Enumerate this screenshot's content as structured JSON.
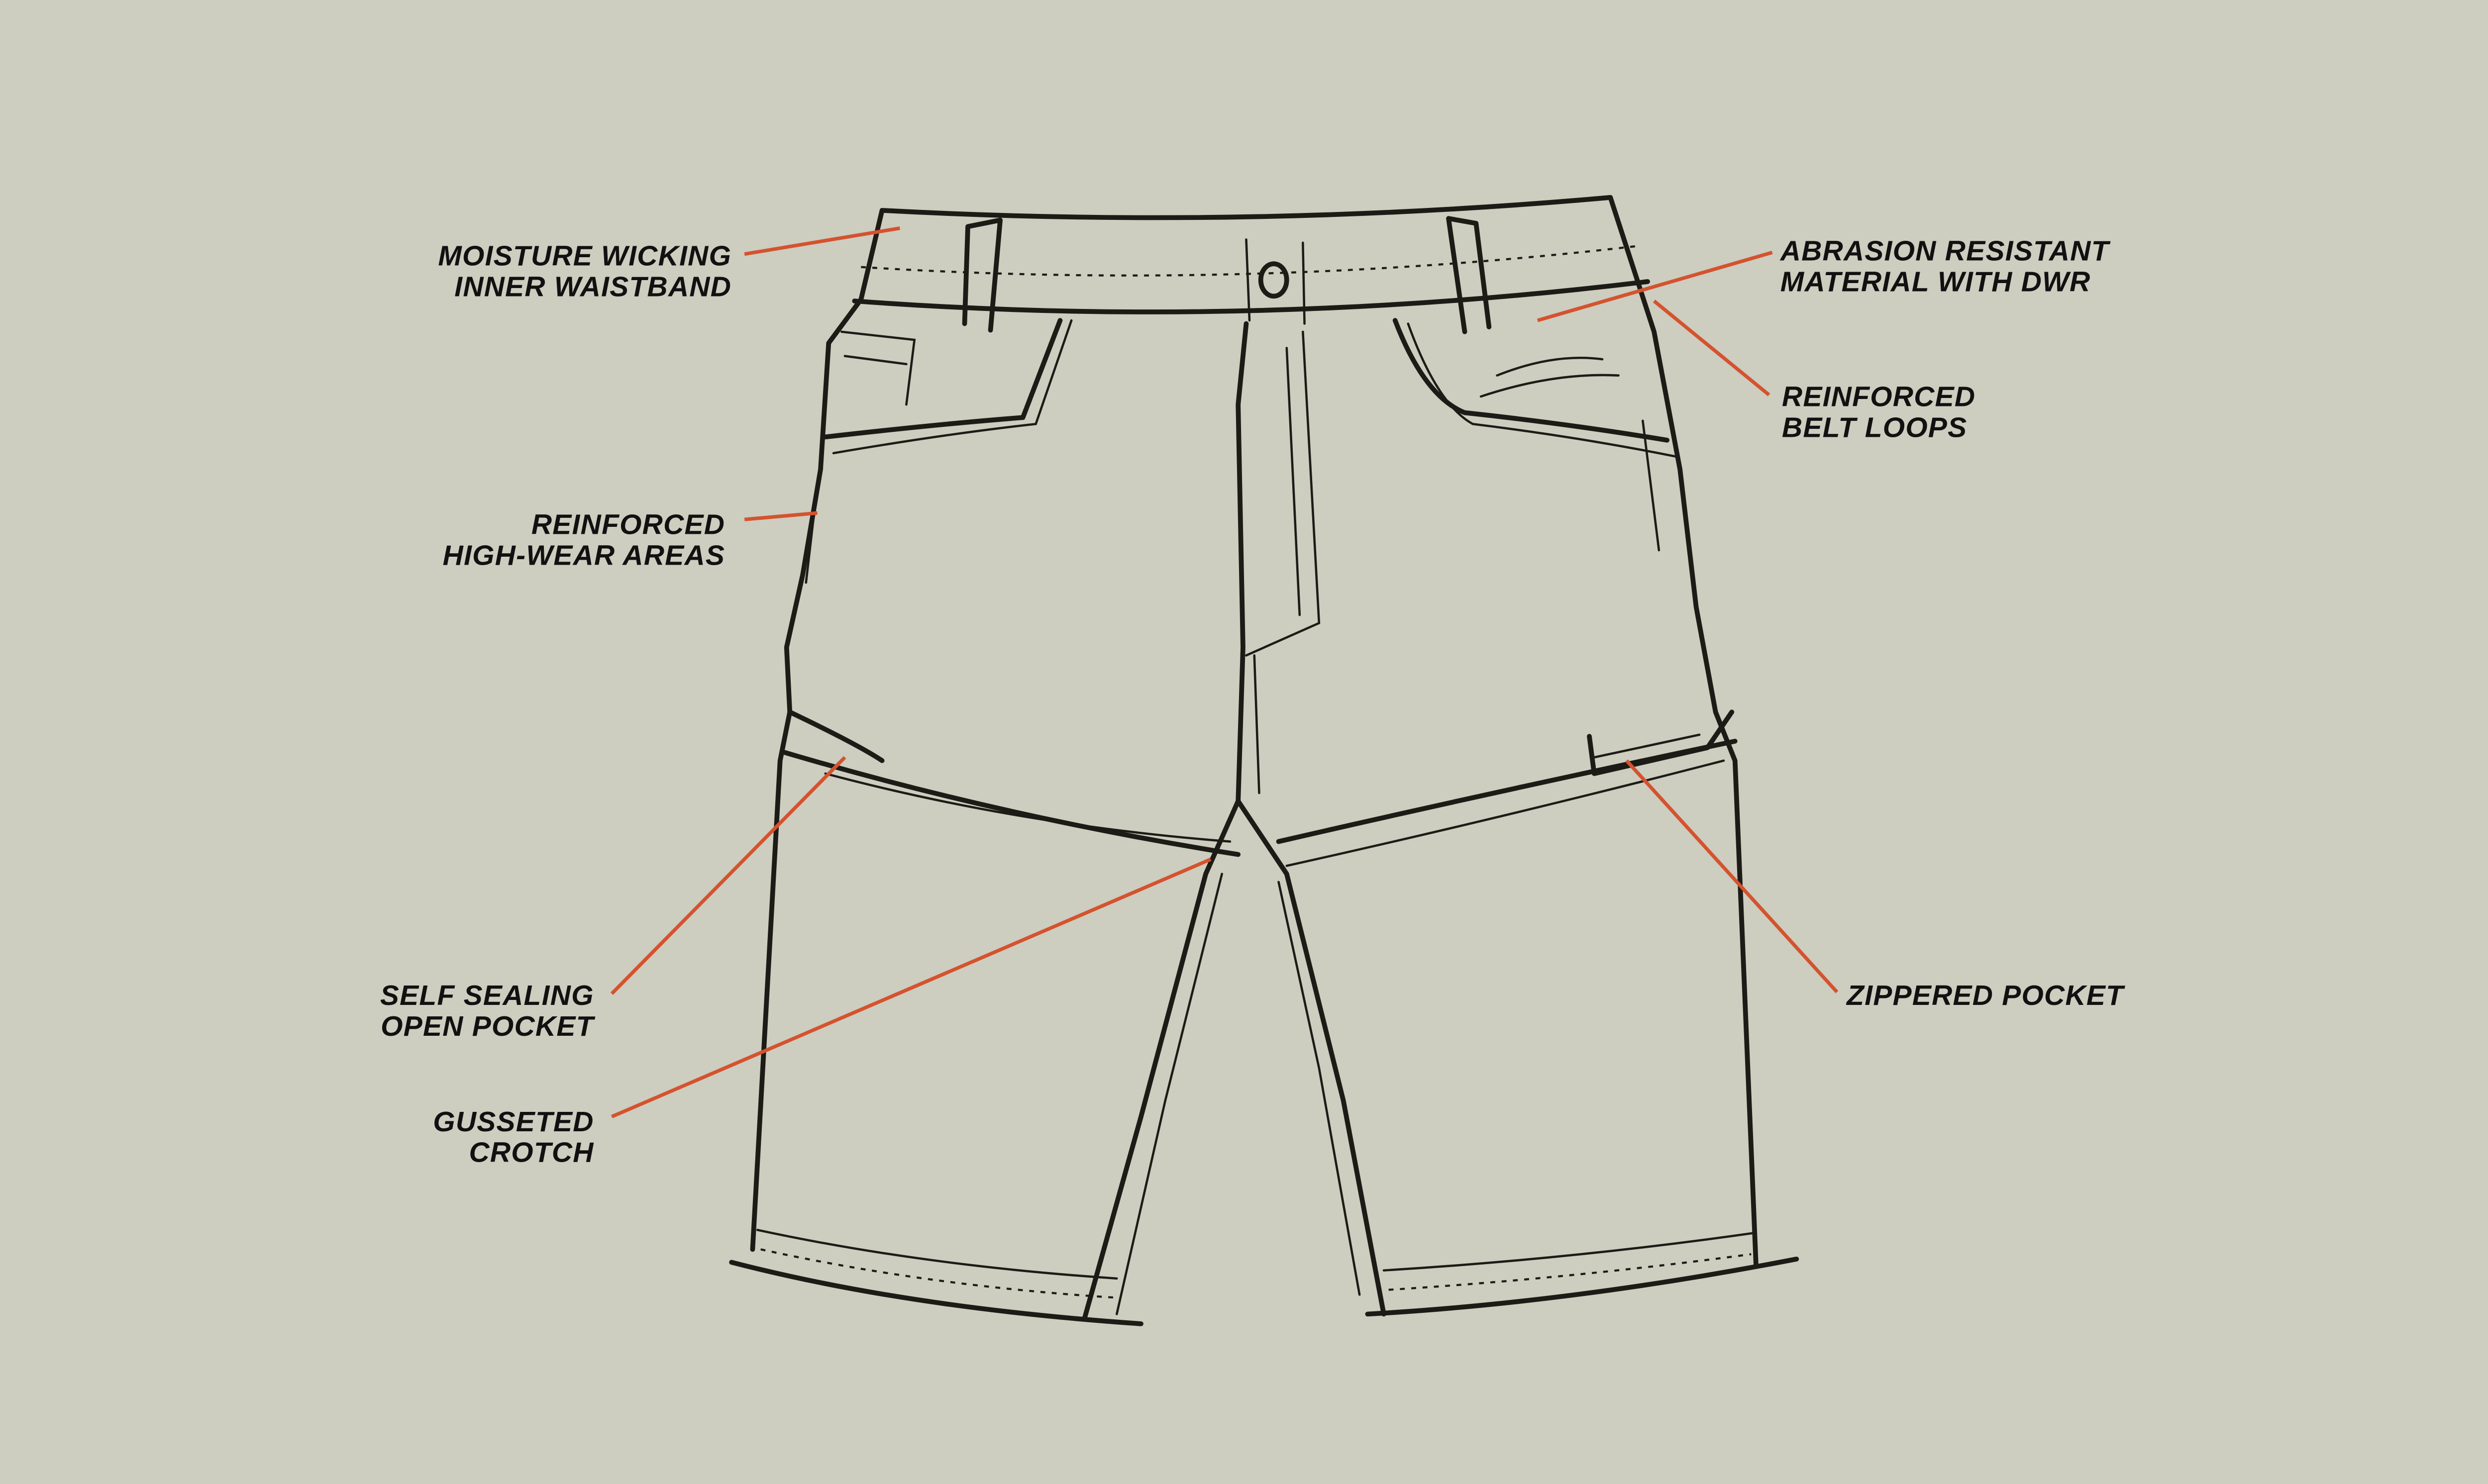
{
  "colors": {
    "background": "#cdcdc0",
    "leader": "#d4532e",
    "text": "#111111",
    "ink": "#1d1b16"
  },
  "callouts": [
    {
      "id": "waistband",
      "lines": [
        "MOISTURE WICKING",
        "INNER WAISTBAND"
      ]
    },
    {
      "id": "high-wear",
      "lines": [
        "REINFORCED",
        "HIGH-WEAR AREAS"
      ]
    },
    {
      "id": "open-pocket",
      "lines": [
        "SELF SEALING",
        "OPEN POCKET"
      ]
    },
    {
      "id": "crotch",
      "lines": [
        "GUSSETED",
        "CROTCH"
      ]
    },
    {
      "id": "abrasion",
      "lines": [
        "ABRASION RESISTANT",
        "MATERIAL WITH DWR"
      ]
    },
    {
      "id": "belt-loops",
      "lines": [
        "REINFORCED",
        "BELT LOOPS"
      ]
    },
    {
      "id": "zippered-pocket",
      "lines": [
        "ZIPPERED POCKET"
      ]
    }
  ]
}
